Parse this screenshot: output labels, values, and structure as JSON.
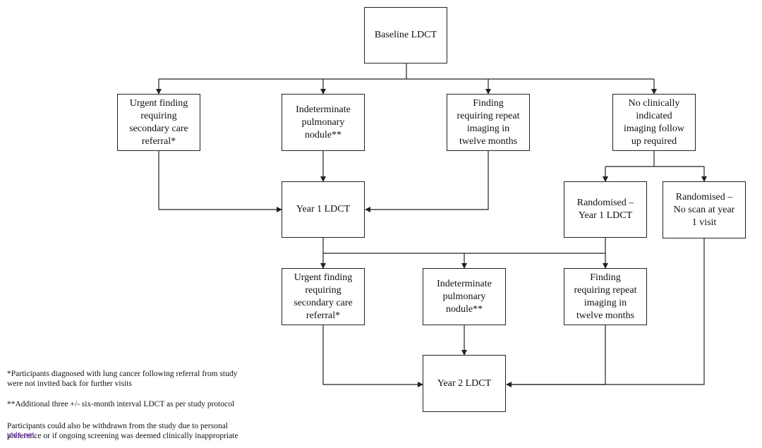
{
  "colors": {
    "line": "#222222",
    "watermark": "#7b2cbf"
  },
  "boxes": {
    "baseline": "Baseline LDCT",
    "b_urgent": "Urgent finding\nrequiring\nsecondary care\nreferral*",
    "b_indeterminate": "Indeterminate\npulmonary\nnodule**",
    "b_finding": "Finding\nrequiring repeat\nimaging in\ntwelve months",
    "b_no_followup": "No clinically\nindicated\nimaging follow\nup required",
    "year1": "Year 1 LDCT",
    "rand_year1": "Randomised –\nYear 1 LDCT",
    "rand_noscan": "Randomised –\nNo scan at year\n1 visit",
    "y1_urgent": "Urgent finding\nrequiring\nsecondary care\nreferral*",
    "y1_indeterminate": "Indeterminate\npulmonary\nnodule**",
    "y1_finding": "Finding\nrequiring repeat\nimaging in\ntwelve months",
    "year2": "Year 2 LDCT"
  },
  "footnotes": {
    "note1": "*Participants diagnosed with lung cancer following referral from study\n  were not invited back for further visits",
    "note2": "**Additional three +/- six-month interval LDCT as per study protocol",
    "note3": "Participants could also be withdrawn from the study due to personal\npreference or if ongoing screening was deemed clinically inappropriate"
  },
  "watermark": "ytdx.net"
}
